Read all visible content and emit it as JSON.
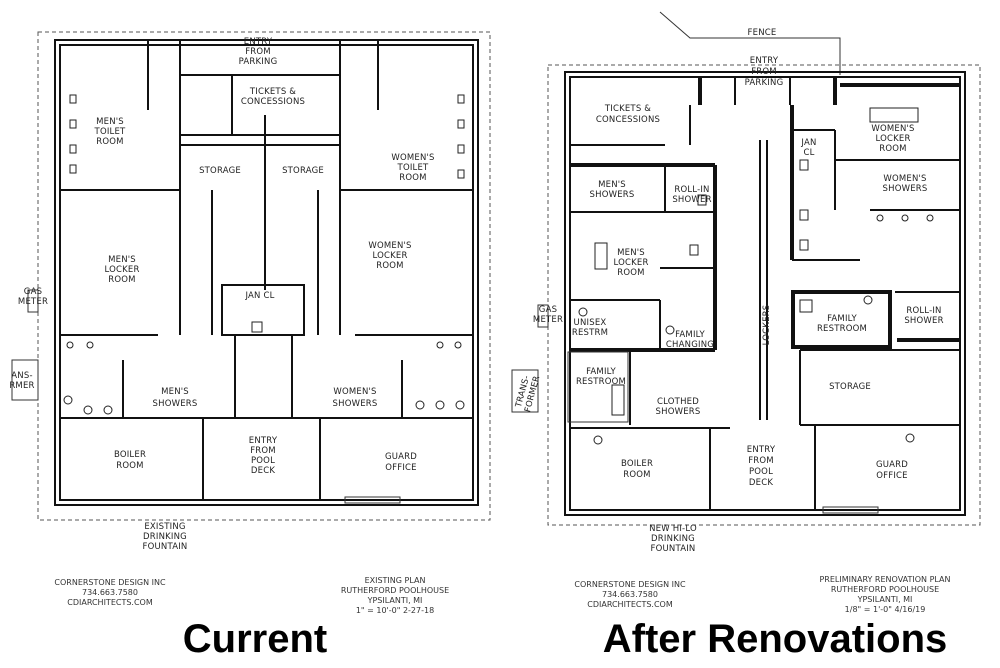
{
  "current": {
    "caption": "Current",
    "rooms": {
      "entry_parking": [
        "ENTRY",
        "FROM",
        "PARKING"
      ],
      "tickets": [
        "TICKETS &",
        "CONCESSIONS"
      ],
      "mens_toilet": [
        "MEN'S",
        "TOILET",
        "ROOM"
      ],
      "womens_toilet": [
        "WOMEN'S",
        "TOILET",
        "ROOM"
      ],
      "storage_left": "STORAGE",
      "storage_right": "STORAGE",
      "mens_locker": [
        "MEN'S",
        "LOCKER",
        "ROOM"
      ],
      "womens_locker": [
        "WOMEN'S",
        "LOCKER",
        "ROOM"
      ],
      "jan_cl": "JAN CL",
      "mens_showers": [
        "MEN'S",
        "SHOWERS"
      ],
      "womens_showers": [
        "WOMEN'S",
        "SHOWERS"
      ],
      "boiler": [
        "BOILER",
        "ROOM"
      ],
      "entry_pool": [
        "ENTRY",
        "FROM",
        "POOL",
        "DECK"
      ],
      "guard": [
        "GUARD",
        "OFFICE"
      ],
      "gas_meter": [
        "GAS",
        "METER"
      ],
      "transformer": [
        "ANS-",
        "RMER"
      ],
      "fountain": [
        "EXISTING",
        "DRINKING",
        "FOUNTAIN"
      ]
    },
    "firm": [
      "CORNERSTONE DESIGN INC",
      "734.663.7580",
      "CDIARCHITECTS.COM"
    ],
    "plan": [
      "EXISTING PLAN",
      "RUTHERFORD POOLHOUSE",
      "YPSILANTI, MI",
      "1\" = 10'-0\"   2-27-18"
    ]
  },
  "after": {
    "caption": "After Renovations",
    "rooms": {
      "fence": "FENCE",
      "entry_parking": [
        "ENTRY",
        "FROM",
        "PARKING"
      ],
      "tickets": [
        "TICKETS &",
        "CONCESSIONS"
      ],
      "jan_cl": [
        "JAN",
        "CL"
      ],
      "womens_locker": [
        "WOMEN'S",
        "LOCKER",
        "ROOM"
      ],
      "womens_showers": [
        "WOMEN'S",
        "SHOWERS"
      ],
      "mens_showers": [
        "MEN'S",
        "SHOWERS"
      ],
      "roll_in_left": [
        "ROLL-IN",
        "SHOWER"
      ],
      "mens_locker": [
        "MEN'S",
        "LOCKER",
        "ROOM"
      ],
      "unisex": [
        "UNISEX",
        "RESTRM"
      ],
      "family_changing": [
        "FAMILY",
        "CHANGING"
      ],
      "lockers": "LOCKERS",
      "family_restroom_right": [
        "FAMILY",
        "RESTROOM"
      ],
      "roll_in_right": [
        "ROLL-IN",
        "SHOWER"
      ],
      "gas_meter": [
        "GAS",
        "METER"
      ],
      "transformer": [
        "TRANS-",
        "FORMER"
      ],
      "family_restroom_left": [
        "FAMILY",
        "RESTROOM"
      ],
      "clothed_showers": [
        "CLOTHED",
        "SHOWERS"
      ],
      "storage": "STORAGE",
      "boiler": [
        "BOILER",
        "ROOM"
      ],
      "entry_pool": [
        "ENTRY",
        "FROM",
        "POOL",
        "DECK"
      ],
      "guard": [
        "GUARD",
        "OFFICE"
      ],
      "fountain": [
        "NEW HI-LO",
        "DRINKING",
        "FOUNTAIN"
      ]
    },
    "firm": [
      "CORNERSTONE DESIGN INC",
      "734.663.7580",
      "CDIARCHITECTS.COM"
    ],
    "plan": [
      "PRELIMINARY RENOVATION PLAN",
      "RUTHERFORD POOLHOUSE",
      "YPSILANTI, MI",
      "1/8\" = 1'-0\"   4/16/19"
    ]
  }
}
